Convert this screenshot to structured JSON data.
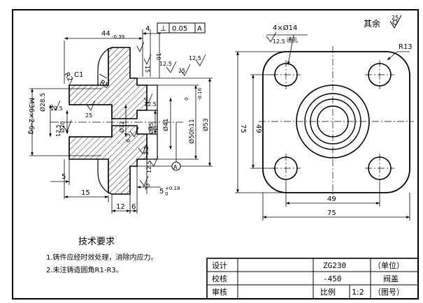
{
  "dims": {
    "len44": "44",
    "len44_tol": "-0.39",
    "len4": "4",
    "gdt_symbol": "⊥",
    "gdt_tol": "0.05",
    "gdt_datum": "A",
    "thread": "M36×2-6g",
    "d28": "Ø28.5",
    "d20": "Ø20",
    "d32": "Ø32",
    "d35": "Ø35",
    "d22": "Ø22",
    "d41": "Ø41",
    "d50": "Ø50h11",
    "d50_tol_top": "0",
    "d50_tol_bot": "-0.16",
    "d53": "Ø53",
    "len5a": "5",
    "len15": "15",
    "len12": "12",
    "len6": "6",
    "len5b": "5",
    "len5b_tol_top": "+0.18",
    "len5b_tol_bot": "0",
    "c1": "C1",
    "r5": "R5",
    "r2": "R2",
    "datum_a": "A"
  },
  "roughness": {
    "r12_5": "12.5",
    "r25": "25",
    "r10": "10",
    "r15": "15",
    "r6_3": "6.3",
    "r3_2": "3.2"
  },
  "plate": {
    "hole_note": "4×Ø14",
    "hole_rough": "12.5",
    "hole_kind": "通孔",
    "r13": "R13",
    "h49": "49",
    "h75": "75",
    "w49": "49",
    "w75": "75",
    "rest_label": "其余",
    "rest_rough": "25"
  },
  "notes": {
    "title": "技术要求",
    "item1": "1.铸件应经时效处理，消除内应力。",
    "item2": "2.未注铸造圆角R1-R3。"
  },
  "title_block": {
    "design": "设计",
    "check": "校核",
    "review": "审核",
    "material1": "ZG230",
    "material2": "-450",
    "unit": "（单位）",
    "part_name": "阀盖",
    "scale_label": "比例",
    "scale_value": "1:2",
    "drawing_no": "（图号）"
  }
}
